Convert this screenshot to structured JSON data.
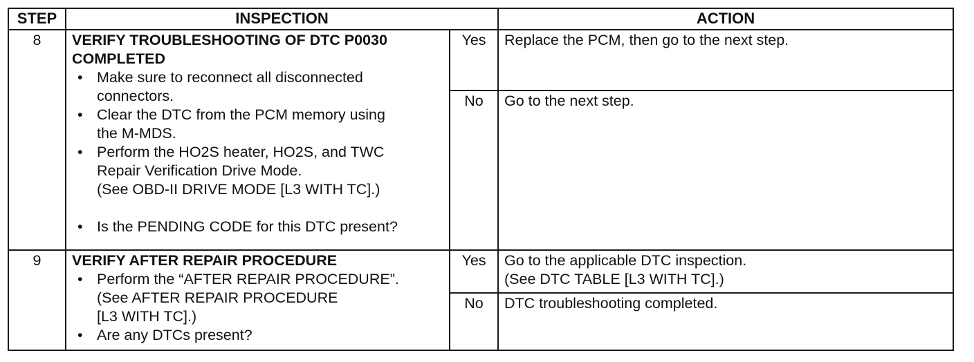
{
  "header": {
    "step": "STEP",
    "inspection": "INSPECTION",
    "action": "ACTION"
  },
  "steps": [
    {
      "number": "8",
      "title_line1": "VERIFY TROUBLESHOOTING OF DTC P0030",
      "title_line2": "COMPLETED",
      "bullets": [
        {
          "line1": "Make sure to reconnect all disconnected",
          "line2": "connectors."
        },
        {
          "line1": "Clear the DTC from the PCM memory using",
          "line2": "the M-MDS."
        },
        {
          "line1": "Perform the HO2S heater, HO2S, and TWC",
          "line2": "Repair Verification Drive Mode.",
          "line3": "(See  OBD-II DRIVE MODE [L3 WITH TC].)"
        },
        {
          "line1": "Is the PENDING CODE for this DTC present?"
        }
      ],
      "yes_label": "Yes",
      "yes_action": "Replace the PCM, then go to the next step.",
      "no_label": "No",
      "no_action": "Go to the next step."
    },
    {
      "number": "9",
      "title_line1": "VERIFY AFTER REPAIR PROCEDURE",
      "bullets": [
        {
          "line1": "Perform the “AFTER REPAIR PROCEDURE”.",
          "line2": "(See AFTER REPAIR PROCEDURE",
          "line3": "[L3 WITH TC].)"
        },
        {
          "line1": "Are any DTCs present?"
        }
      ],
      "yes_label": "Yes",
      "yes_action_line1": "Go to the applicable DTC inspection.",
      "yes_action_line2": "(See DTC TABLE [L3 WITH TC].)",
      "no_label": "No",
      "no_action": "DTC troubleshooting completed."
    }
  ]
}
